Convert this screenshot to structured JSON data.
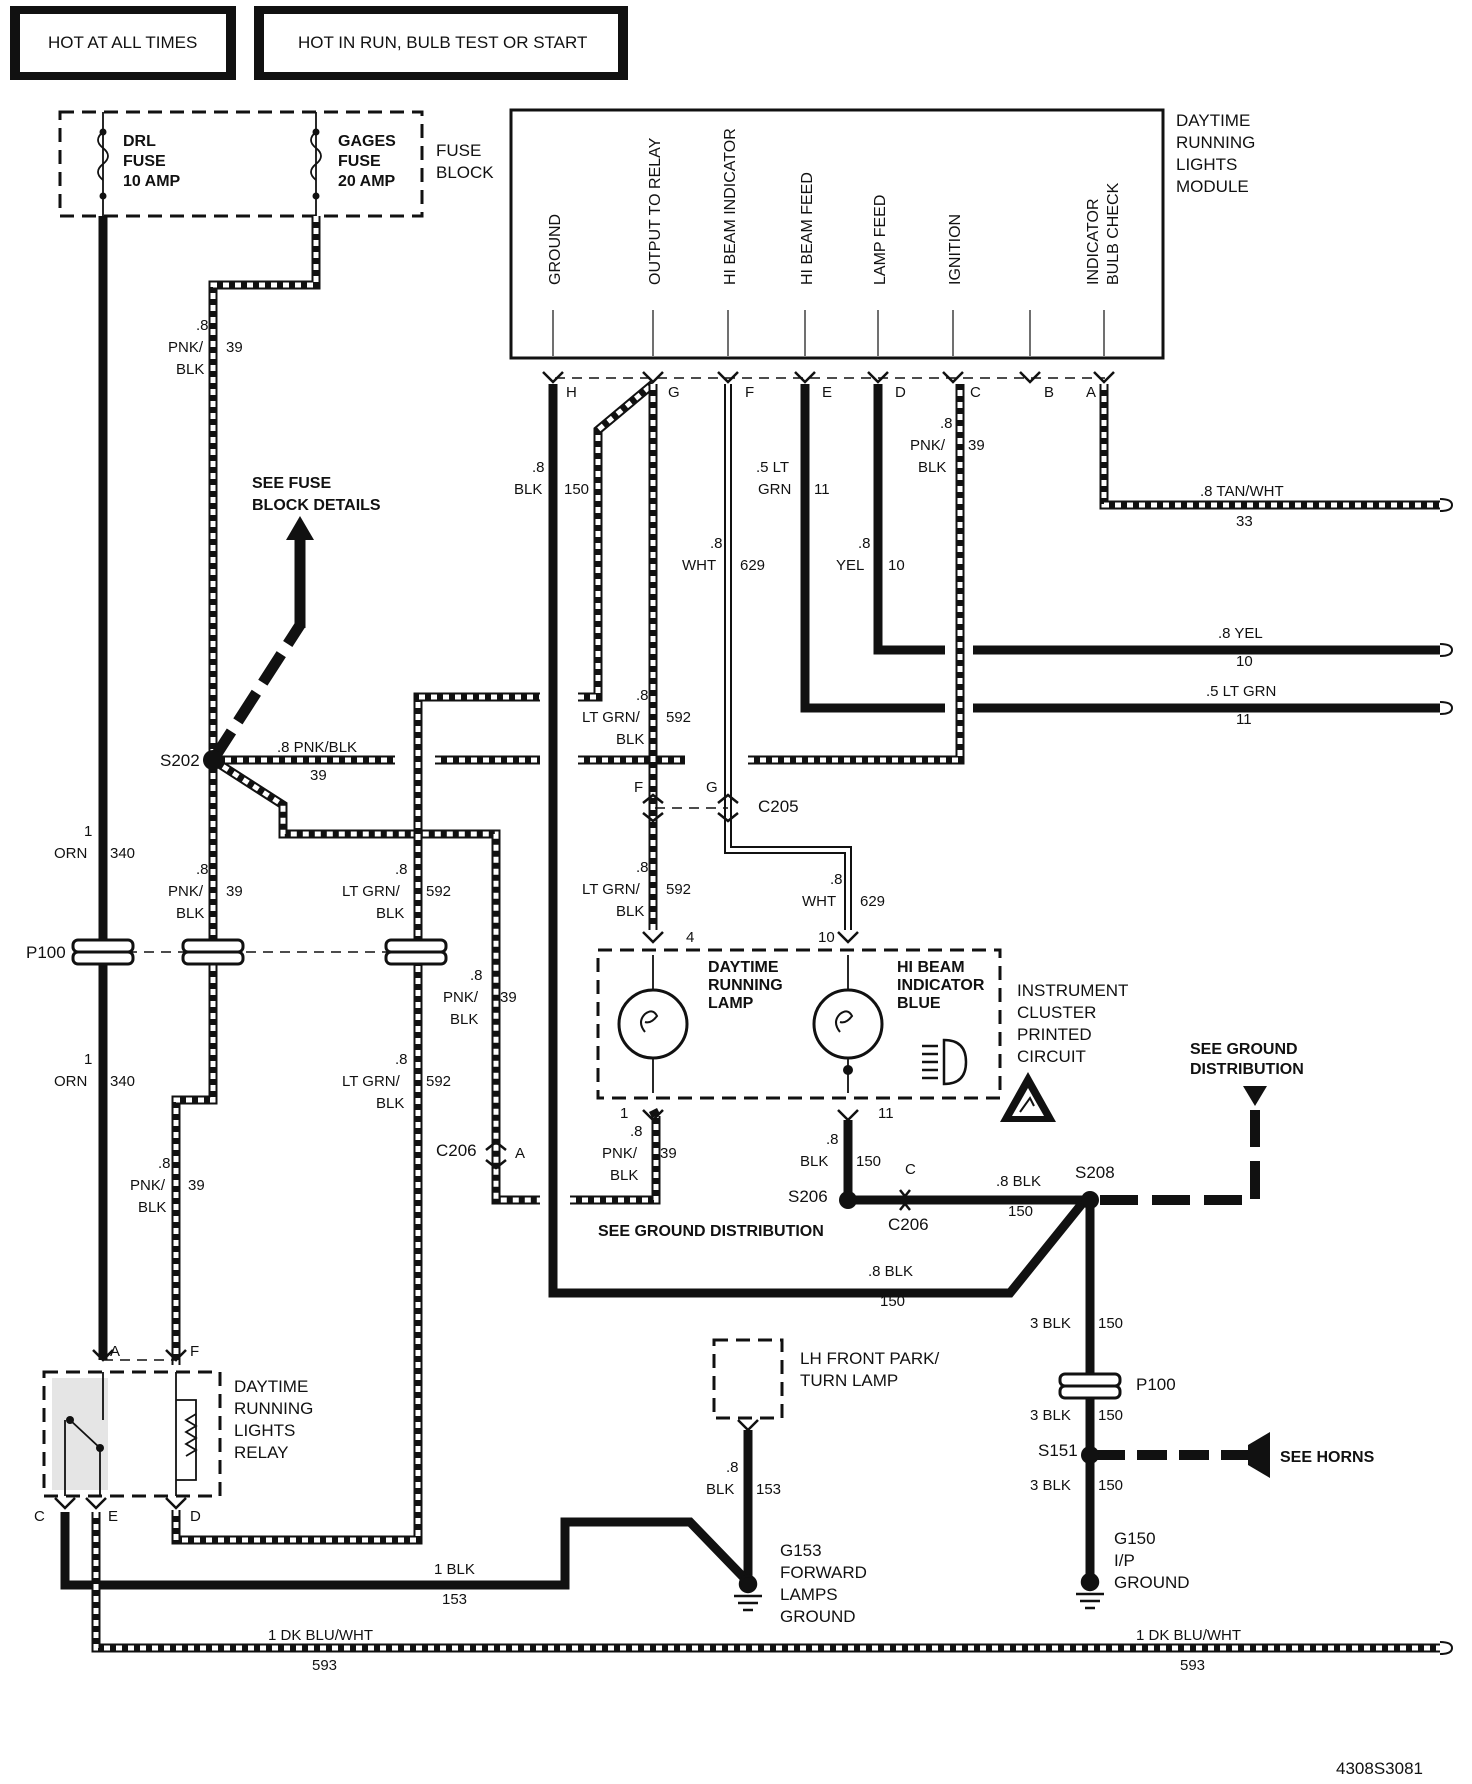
{
  "legend": {
    "hot_always": "HOT AT ALL TIMES",
    "hot_run": "HOT IN RUN, BULB TEST OR START"
  },
  "fuse_block": {
    "label": "FUSE BLOCK",
    "label_l1": "FUSE",
    "label_l2": "BLOCK",
    "fuse1_l1": "DRL",
    "fuse1_l2": "FUSE",
    "fuse1_l3": "10 AMP",
    "fuse2_l1": "GAGES",
    "fuse2_l2": "FUSE",
    "fuse2_l3": "20 AMP"
  },
  "module": {
    "l1": "DAYTIME",
    "l2": "RUNNING",
    "l3": "LIGHTS",
    "l4": "MODULE",
    "terminals": [
      {
        "pin": "H",
        "name": "GROUND"
      },
      {
        "pin": "G",
        "name": "OUTPUT TO RELAY"
      },
      {
        "pin": "F",
        "name": "HI BEAM INDICATOR"
      },
      {
        "pin": "E",
        "name": "HI BEAM FEED"
      },
      {
        "pin": "D",
        "name": "LAMP FEED"
      },
      {
        "pin": "C",
        "name": "IGNITION"
      },
      {
        "pin": "B",
        "name": ""
      },
      {
        "pin": "A",
        "name_l1": "INDICATOR",
        "name_l2": "BULB CHECK"
      }
    ]
  },
  "see_fuse": {
    "l1": "SEE FUSE",
    "l2": "BLOCK DETAILS"
  },
  "splices": {
    "s202": "S202",
    "s206": "S206",
    "s208": "S208",
    "s151": "S151"
  },
  "connectors": {
    "p100": "P100",
    "c205": "C205",
    "c206": "C206",
    "c206_pin_a": "A",
    "c206_pin_c": "C",
    "c205_pin_f": "F",
    "c205_pin_g": "G"
  },
  "wires": {
    "w_8": ".8",
    "w_1": "1",
    "w_3": "3 BLK",
    "w_5": ".5 LT",
    "pnk_blk": "PNK/",
    "blk": "BLK",
    "orn": "ORN",
    "ltgrn": "LT GRN/",
    "wht": "WHT",
    "yel": "YEL",
    "grn": "GRN",
    "c39": "39",
    "c340": "340",
    "c592": "592",
    "c629": "629",
    "c150": "150",
    "c11": "11",
    "c10": "10",
    "c33": "33",
    "c153": "153",
    "c593": "593",
    "h_tanwht": ".8 TAN/WHT",
    "h_yel": ".8 YEL",
    "h_ltgrn": ".5 LT GRN",
    "h_pnkblk": ".8 PNK/BLK",
    "h_8blk": ".8 BLK",
    "h_1blk": "1 BLK",
    "h_dkbluwht": "1 DK BLU/WHT"
  },
  "cluster": {
    "drl_l1": "DAYTIME",
    "drl_l2": "RUNNING",
    "drl_l3": "LAMP",
    "hib_l1": "HI BEAM",
    "hib_l2": "INDICATOR",
    "hib_l3": "BLUE",
    "ipc_l1": "INSTRUMENT",
    "ipc_l2": "CLUSTER",
    "ipc_l3": "PRINTED",
    "ipc_l4": "CIRCUIT",
    "pin4": "4",
    "pin10": "10",
    "pin1": "1",
    "pin11": "11"
  },
  "ground_refs": {
    "see_gd_l1": "SEE GROUND",
    "see_gd_l2": "DISTRIBUTION",
    "see_gd_bottom": "SEE GROUND DISTRIBUTION",
    "see_horns": "SEE HORNS",
    "g153_l1": "G153",
    "g153_l2": "FORWARD",
    "g153_l3": "LAMPS",
    "g153_l4": "GROUND",
    "g150_l1": "G150",
    "g150_l2": "I/P",
    "g150_l3": "GROUND"
  },
  "relay": {
    "l1": "DAYTIME",
    "l2": "RUNNING",
    "l3": "LIGHTS",
    "l4": "RELAY",
    "pin_a": "A",
    "pin_f": "F",
    "pin_c": "C",
    "pin_e": "E",
    "pin_d": "D"
  },
  "lamp": {
    "l1": "LH FRONT PARK/",
    "l2": "TURN LAMP"
  },
  "figure_id": "4308S3081"
}
